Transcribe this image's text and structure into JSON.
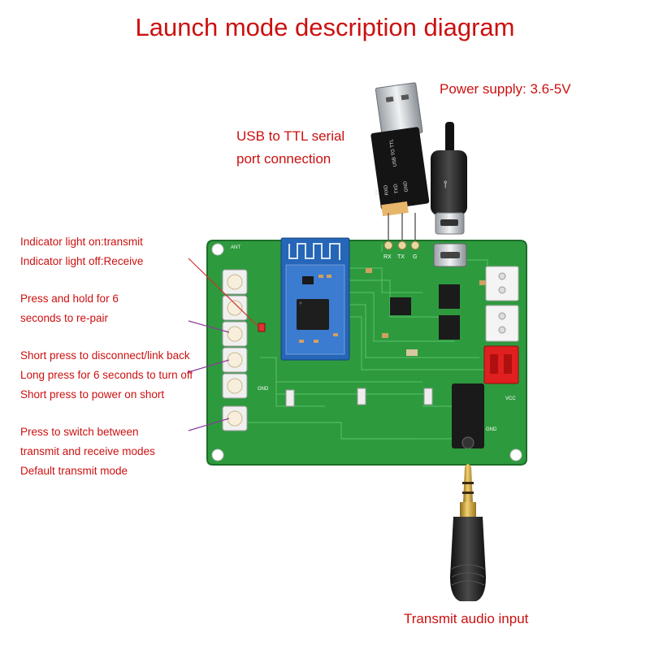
{
  "title": "Launch mode description diagram",
  "power_label": "Power supply: 3.6-5V",
  "usb_label": [
    "USB to TTL serial",
    "port connection"
  ],
  "annotations": [
    [
      "Indicator light on:transmit",
      "Indicator light off:Receive"
    ],
    [
      "Press and hold for 6",
      "seconds to re-pair"
    ],
    [
      "Short press to disconnect/link back",
      "Long press for 6 seconds to turn off",
      "Short press to power on short"
    ],
    [
      "Press to switch between",
      "transmit and receive modes",
      "Default transmit mode"
    ]
  ],
  "audio_label": "Transmit audio input",
  "usb_pins": [
    "RX",
    "TX",
    "G"
  ],
  "board_marks": [
    "ANT",
    "VCC",
    "GND",
    "GND"
  ],
  "usb_module_text": [
    "5V",
    "RXD",
    "TXD",
    "GND",
    "USB TO TTL"
  ],
  "colors": {
    "label_red": "#cc1010",
    "pcb_green": "#2e9a3e",
    "bt_module_blue": "#2566b8",
    "leader_purple": "#8a3a9a",
    "connector_red": "#e02020"
  }
}
